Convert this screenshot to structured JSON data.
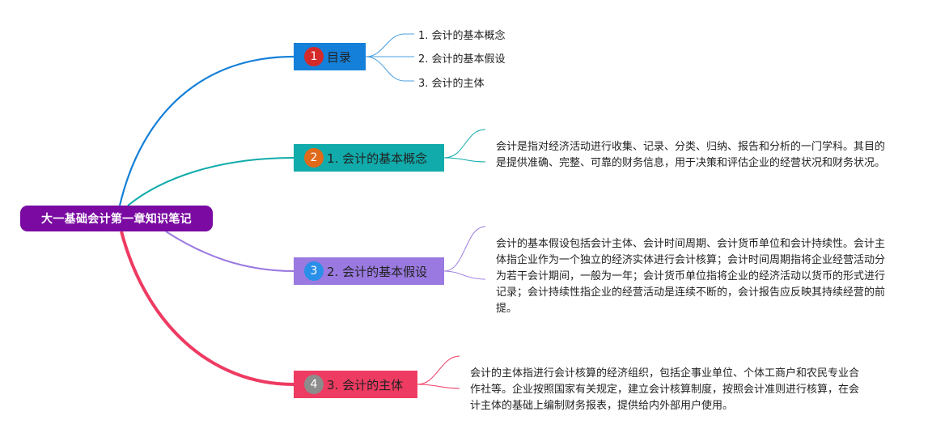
{
  "root": {
    "title": "大一基础会计第一章知识笔记"
  },
  "topics": [
    {
      "badge": "1",
      "label": "目录",
      "color": "#1580d9"
    },
    {
      "badge": "2",
      "label": "1. 会计的基本概念",
      "color": "#11abab"
    },
    {
      "badge": "3",
      "label": "2. 会计的基本假设",
      "color": "#9a7ae0"
    },
    {
      "badge": "4",
      "label": "3. 会计的主体",
      "color": "#ee3b62"
    }
  ],
  "toc": [
    "1. 会计的基本概念",
    "2. 会计的基本假设",
    "3. 会计的主体"
  ],
  "notes": {
    "concept": "会计是指对经济活动进行收集、记录、分类、归纳、报告和分析的一门学科。其目的是提供准确、完整、可靠的财务信息，用于决策和评估企业的经营状况和财务状况。",
    "assumptions": "会计的基本假设包括会计主体、会计时间周期、会计货币单位和会计持续性。会计主体指企业作为一个独立的经济实体进行会计核算；会计时间周期指将企业经营活动分为若干会计期间，一般为一年；会计货币单位指将企业的经济活动以货币的形式进行记录；会计持续性指企业的经营活动是连续不断的，会计报告应反映其持续经营的前提。",
    "entity": "会计的主体指进行会计核算的经济组织，包括企事业单位、个体工商户和农民专业合作社等。企业按照国家有关规定，建立会计核算制度，按照会计准则进行核算，在会计主体的基础上编制财务报表，提供给内外部用户使用。"
  }
}
